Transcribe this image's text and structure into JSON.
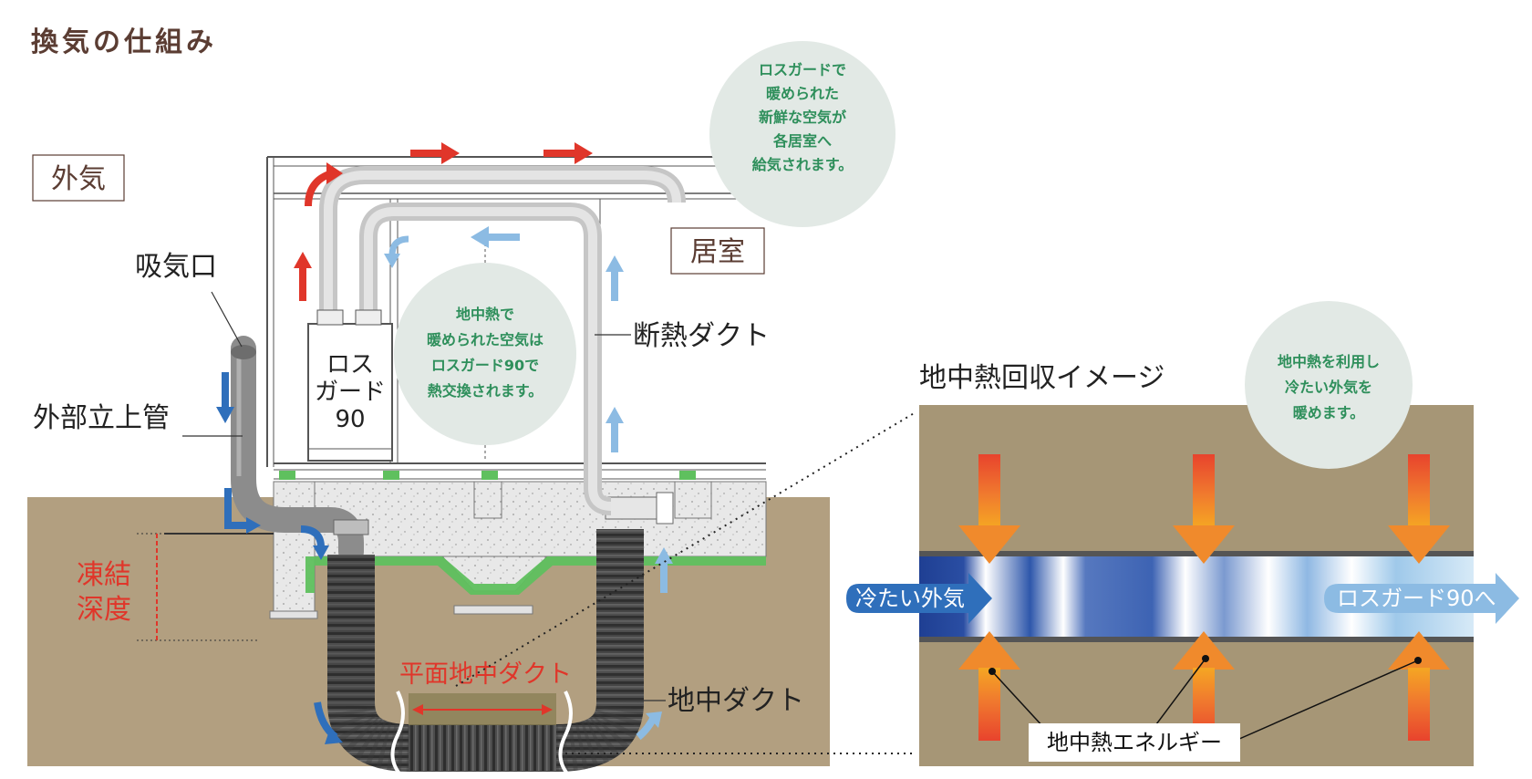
{
  "page": {
    "title": "換気の仕組み"
  },
  "labels": {
    "outdoor_air": "外気",
    "room": "居室",
    "intake": "吸気口",
    "external_riser": "外部立上管",
    "insulated_duct": "断熱ダクト",
    "freeze_depth_line1": "凍結",
    "freeze_depth_line2": "深度",
    "flat_underground_duct": "平面地中ダクト",
    "underground_duct": "地中ダクト",
    "unit_line1": "ロス",
    "unit_line2": "ガード",
    "unit_line3": "90"
  },
  "bubbles": {
    "top": [
      "ロスガードで",
      "暖められた",
      "新鮮な空気が",
      "各居室へ",
      "給気されます。"
    ],
    "middle": [
      "地中熱で",
      "暖められた空気は",
      "ロスガード90で",
      "熱交換されます。"
    ],
    "right": [
      "地中熱を利用し",
      "冷たい外気を",
      "暖めます。"
    ]
  },
  "inset": {
    "title": "地中熱回収イメージ",
    "cold_air": "冷たい外気",
    "to_unit": "ロスガード90へ",
    "energy": "地中熱エネルギー"
  },
  "colors": {
    "title_brown": "#5b3d33",
    "accent_red": "#e0362a",
    "arrow_blue": "#2f6fbb",
    "arrow_light_blue": "#8cbbe3",
    "bubble_bg": "#e2e9e5",
    "bubble_text": "#2e8f5b",
    "soil": "#b29f80",
    "inset_soil": "#a69676",
    "duct_gray": "#d2d2d2",
    "insulation_green": "#5fc05e",
    "concrete": "#e6e6e6"
  }
}
